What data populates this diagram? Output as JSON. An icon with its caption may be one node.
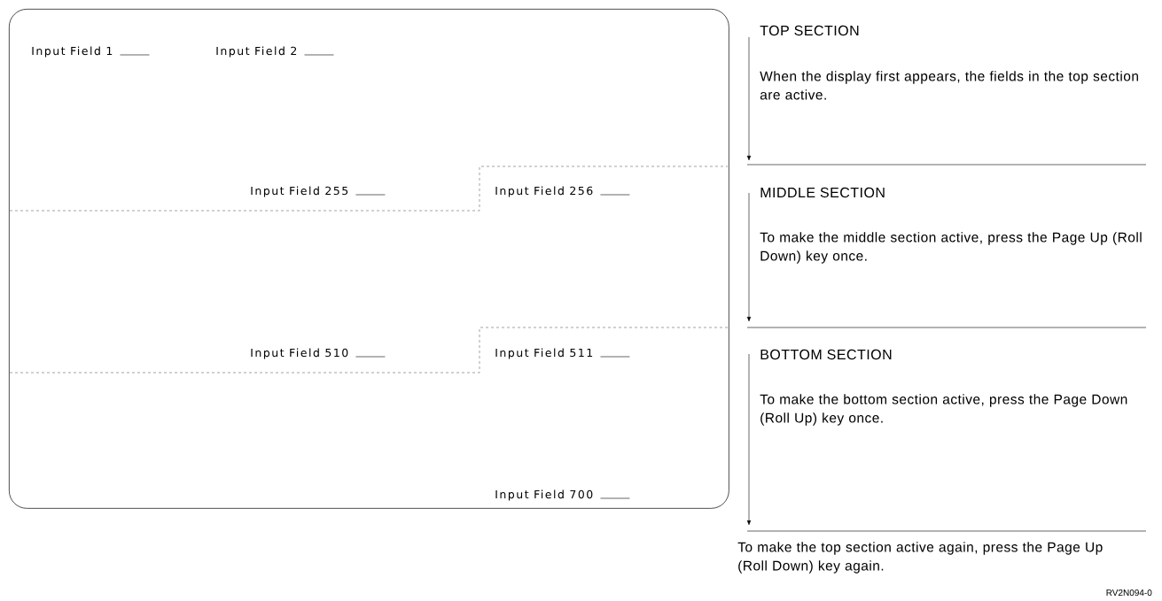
{
  "diagram": {
    "nodes": [
      {
        "text": [],
        "shape": "box"
      }
    ],
    "labels": [
      "Input Field 1",
      "Input Field 2",
      "TOP SECTION",
      "When the display first appears, the fields in the top section are active.",
      "Input Field 255",
      "Input Field 256",
      "MIDDLE SECTION",
      "To make the middle section active, press the Page Up (Roll Down) key once.",
      "Input Field 510",
      "Input Field 511",
      "BOTTOM SECTION",
      "To make the bottom section active, press the Page Down (Roll Up) key once.",
      "Input Field 700",
      "To make the top section active again, press the Page Up (Roll Down) key again.",
      "RV2N094-0"
    ]
  }
}
